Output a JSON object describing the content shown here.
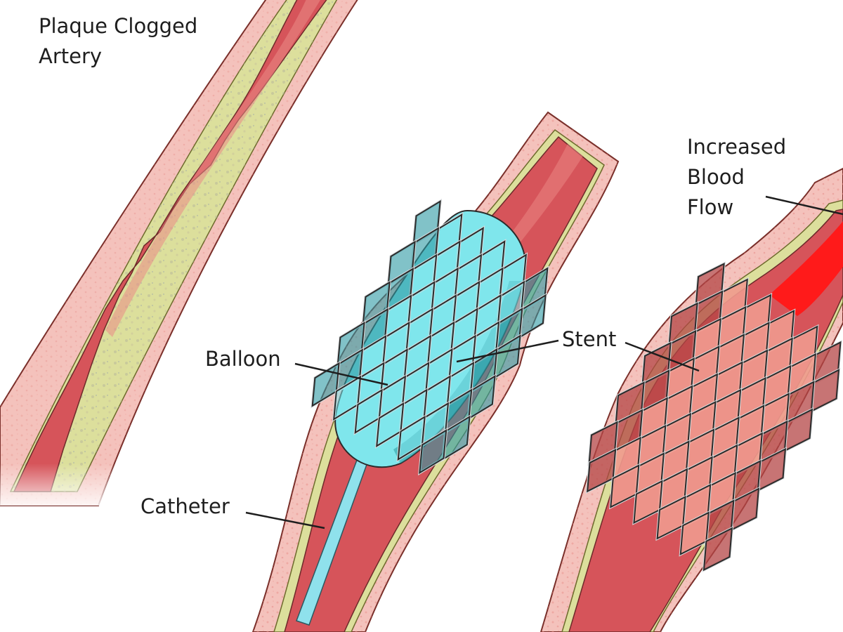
{
  "labels": {
    "plaque_line1": "Plaque Clogged",
    "plaque_line2": "Artery",
    "balloon": "Balloon",
    "catheter": "Catheter",
    "stent": "Stent",
    "blood_line1": "Increased",
    "blood_line2": "Blood",
    "blood_line3": "Flow"
  },
  "colors": {
    "outer_wall": "#f4c2bc",
    "wall_outline": "#7a2f2a",
    "plaque": "#dcdf9c",
    "lumen": "#d6545a",
    "lumen_highlight": "#eb8a86",
    "balloon": "#7fe6ec",
    "balloon_dark": "#2d9aa3",
    "stent_wire": "#d9dcde",
    "stent_outline": "#2b2b2b",
    "stent_cell_open": "#f09a8e",
    "increased_flow": "#ff1a1a",
    "catheter": "#8fe1ec"
  }
}
